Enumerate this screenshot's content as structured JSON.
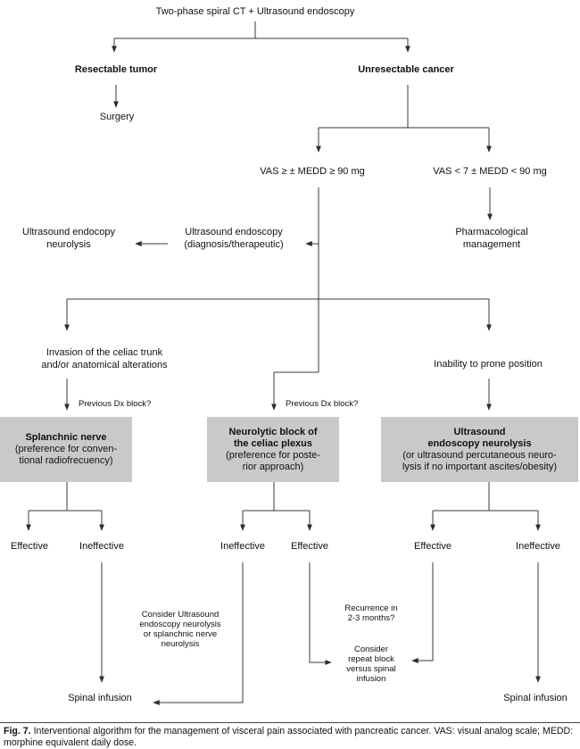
{
  "diagram": {
    "root": "Two-phase spiral CT + Ultrasound endoscopy",
    "left_branch": {
      "resectable": "Resectable tumor",
      "surgery": "Surgery"
    },
    "right_branch": {
      "unresectable": "Unresectable cancer",
      "vas_high": "VAS ≥ ± MEDD ≥ 90 mg",
      "vas_low": "VAS < 7 ± MEDD < 90 mg",
      "pharmacological": "Pharmacological\nmanagement",
      "endoscopy_diag": "Ultrasound endoscopy\n(diagnosis/therapeutic)",
      "endoscopy_neurolysis": "Ultrasound endocopy\nneurolysis"
    },
    "criteria": {
      "invasion": "Invasion of the celiac trunk\nand/or anatomical alterations",
      "inability": "Inability to prone position",
      "previous_dx_left": "Previous Dx block?",
      "previous_dx_middle": "Previous Dx block?"
    },
    "boxes": {
      "splanchnic": {
        "title": "Splanchnic nerve",
        "subtitle": "(preference for conven-\ntional radiofrecuency)"
      },
      "neurolytic": {
        "title": "Neurolytic block of\nthe celiac plexus",
        "subtitle": "(preference for poste-\nrior approach)"
      },
      "ultrasound": {
        "title": "Ultrasound\nendoscopy neurolysis",
        "subtitle": "(or ultrasound percutaneous neuro-\nlysis if no important ascites/obesity)"
      }
    },
    "outcomes": {
      "left": {
        "effective": "Effective",
        "ineffective": "Ineffective"
      },
      "middle": {
        "ineffective": "Ineffective",
        "effective": "Effective"
      },
      "right": {
        "effective": "Effective",
        "ineffective": "Ineffective"
      }
    },
    "notes": {
      "consider_ultrasound": "Consider Ultrasound\nendoscopy neurolysis\nor splanchnic nerve\nneurolysis",
      "recurrence": "Recurrence in\n2-3 months?",
      "consider_repeat": "Consider\nrepeat block\nversus spinal\ninfusion"
    },
    "terminals": {
      "spinal_left": "Spinal infusion",
      "spinal_right": "Spinal infusion"
    }
  },
  "caption": {
    "label": "Fig. 7.",
    "text": "Interventional algorithm for the management of visceral pain associated with pancreatic cancer. VAS: visual analog scale; MEDD: morphine equivalent daily dose."
  },
  "colors": {
    "box_fill": "#c9c9c9",
    "line": "#3a3a3a",
    "text": "#111111"
  }
}
